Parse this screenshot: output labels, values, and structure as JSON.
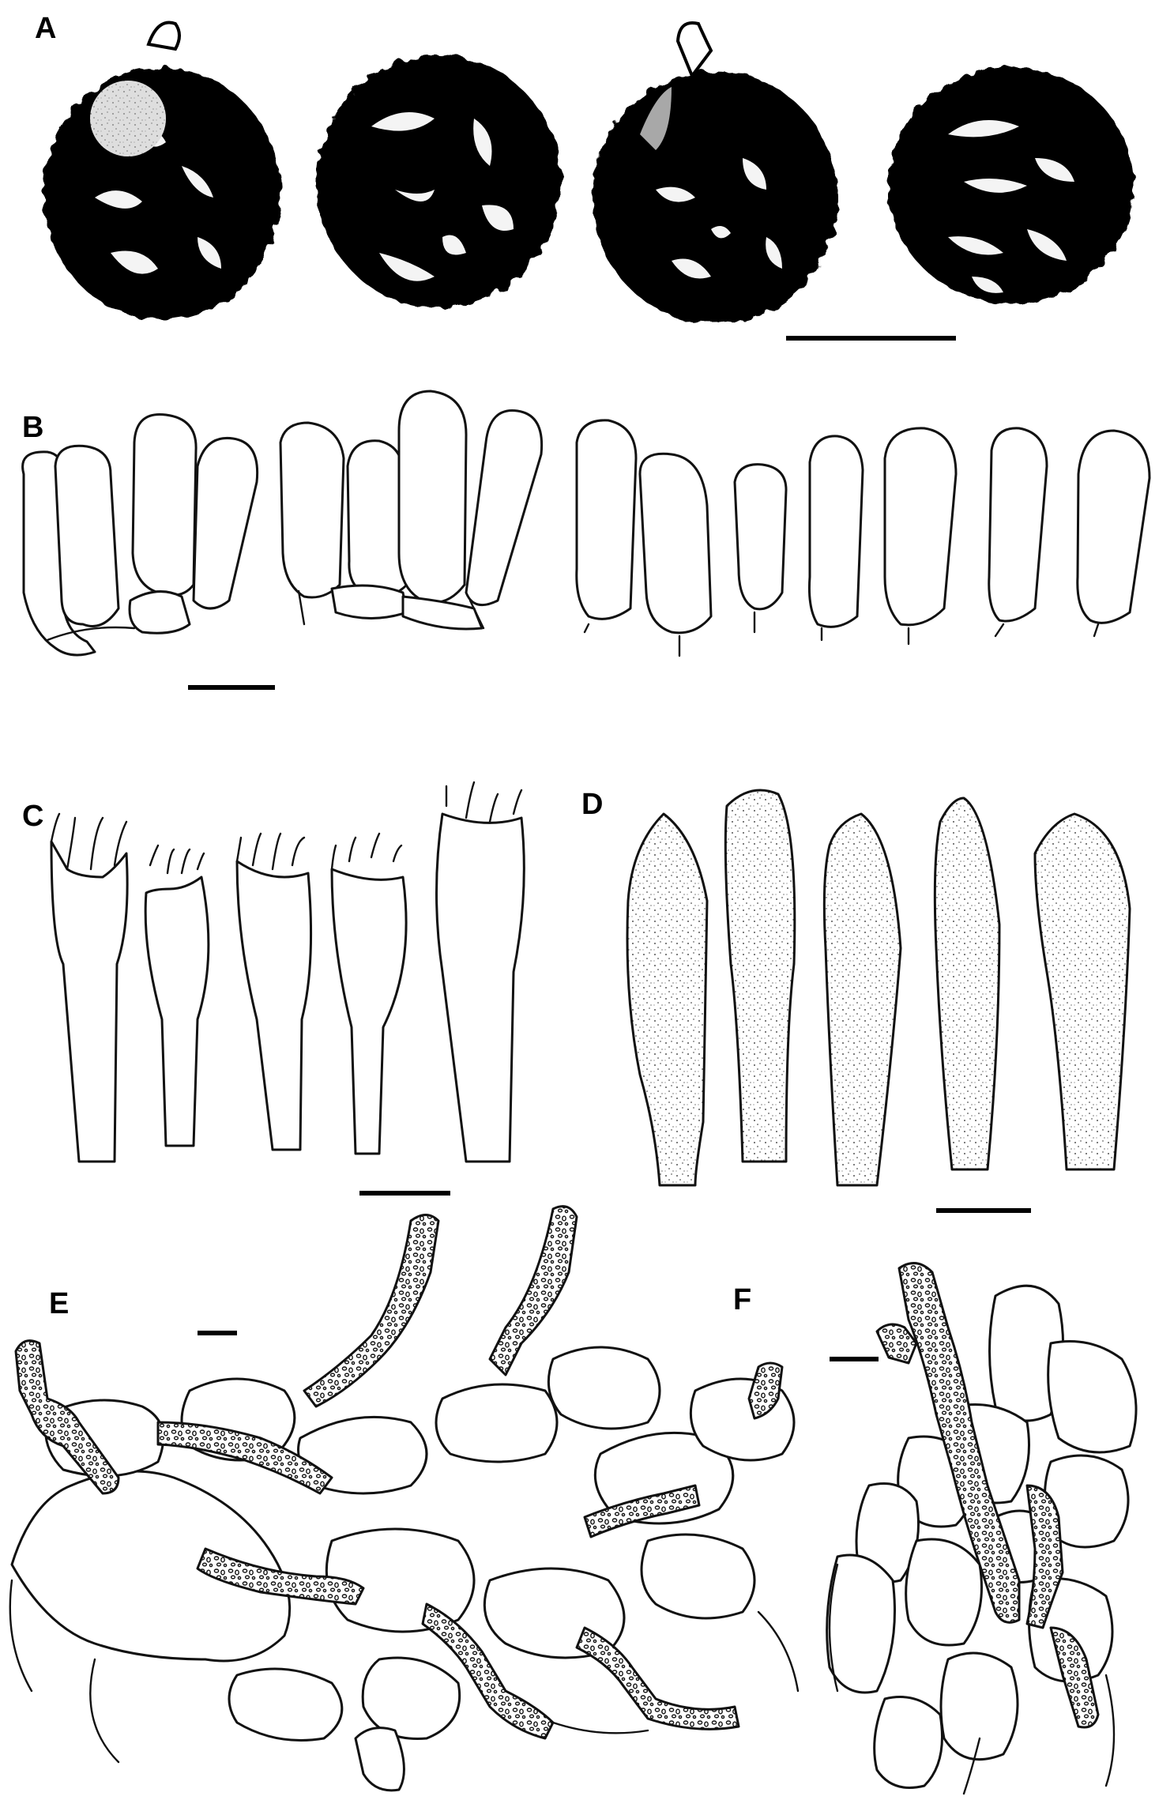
{
  "figure": {
    "panels": [
      {
        "id": "A",
        "label": "A",
        "content": "spores"
      },
      {
        "id": "B",
        "label": "B",
        "content": "cells"
      },
      {
        "id": "C",
        "label": "C",
        "content": "basidia"
      },
      {
        "id": "D",
        "label": "D",
        "content": "cystidia"
      },
      {
        "id": "E",
        "label": "E",
        "content": "hyphae"
      },
      {
        "id": "F",
        "label": "F",
        "content": "hyphae"
      }
    ]
  },
  "colors": {
    "ink": "#111111",
    "background": "#ffffff",
    "spore_fill": "#000000",
    "stipple": "#222222"
  }
}
